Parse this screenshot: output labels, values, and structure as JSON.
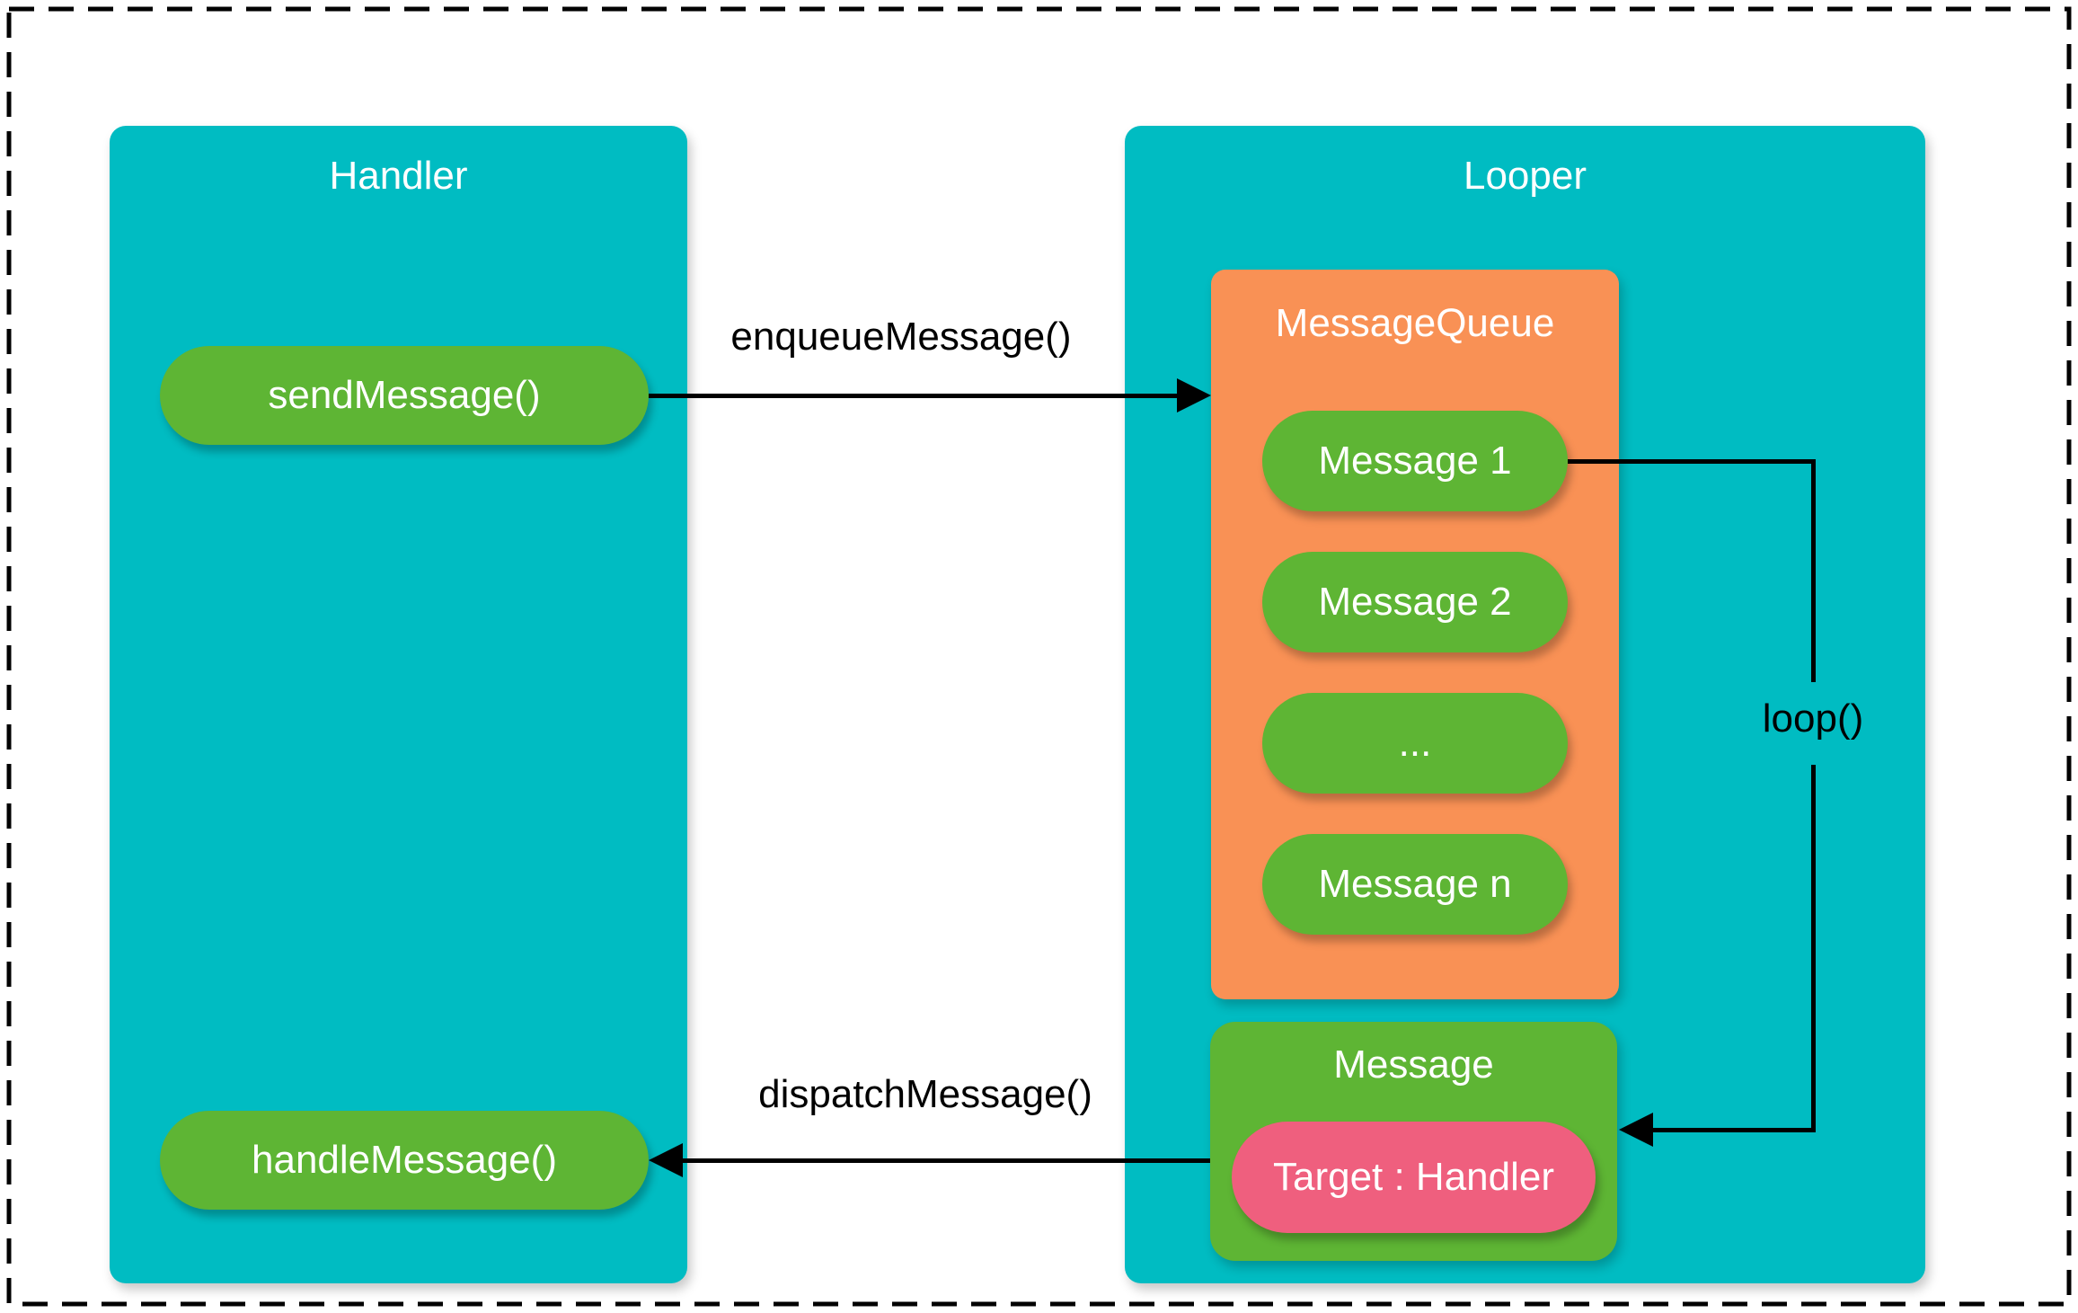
{
  "diagram": {
    "handler": {
      "title": "Handler",
      "send_label": "sendMessage()",
      "handle_label": "handleMessage()"
    },
    "looper": {
      "title": "Looper"
    },
    "message_queue": {
      "title": "MessageQueue",
      "messages": [
        "Message 1",
        "Message 2",
        "...",
        "Message n"
      ]
    },
    "message": {
      "title": "Message",
      "target_label": "Target : Handler"
    },
    "arrows": {
      "enqueue_label": "enqueueMessage()",
      "dispatch_label": "dispatchMessage()",
      "loop_label": "loop()"
    }
  },
  "colors": {
    "teal": "#00BCC2",
    "green": "#5EB534",
    "orange": "#F99155",
    "pink": "#EF5F7E",
    "line": "#000000"
  }
}
